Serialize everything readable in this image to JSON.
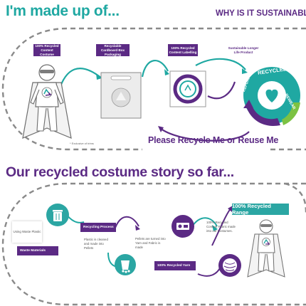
{
  "colors": {
    "teal": "#1fa8a2",
    "purple": "#5b2a84",
    "green": "#7cc243"
  },
  "header": {
    "made_of": "I'm made up of...",
    "why": "WHY IS IT SUSTAINABLE"
  },
  "top_labels": {
    "recycled_costume": "100% Recycled Content Costume",
    "cardboard": "Recyclable Cardboard Box Packaging",
    "labelling": "100% Recycled Content Labelling",
    "longer_life": "Sustainable Longer Life Product"
  },
  "badge": {
    "recycled": "RECYCLED",
    "repurpose": "REPURPOSE",
    "rewear": "REWEAR"
  },
  "exclusion": "* Exclusive of trims",
  "recycle_me": "Please Recycle Me or Reuse Me",
  "story_title": "Our recycled costume story so far...",
  "steps": {
    "waste_plastic": "Using Waste Plastic",
    "waste_materials": "Waste Materials",
    "recycling_process": "Recycling Process",
    "cleaned": "Plastic is cleaned and made into Pellets",
    "pellets": "Pellets are turned into Yarn and Fabric is made",
    "yarn": "100% Recycled Yarn",
    "fabric": "100% Recycled Content Fabric made into our Costumes.",
    "range": "100% Recycled Range"
  }
}
